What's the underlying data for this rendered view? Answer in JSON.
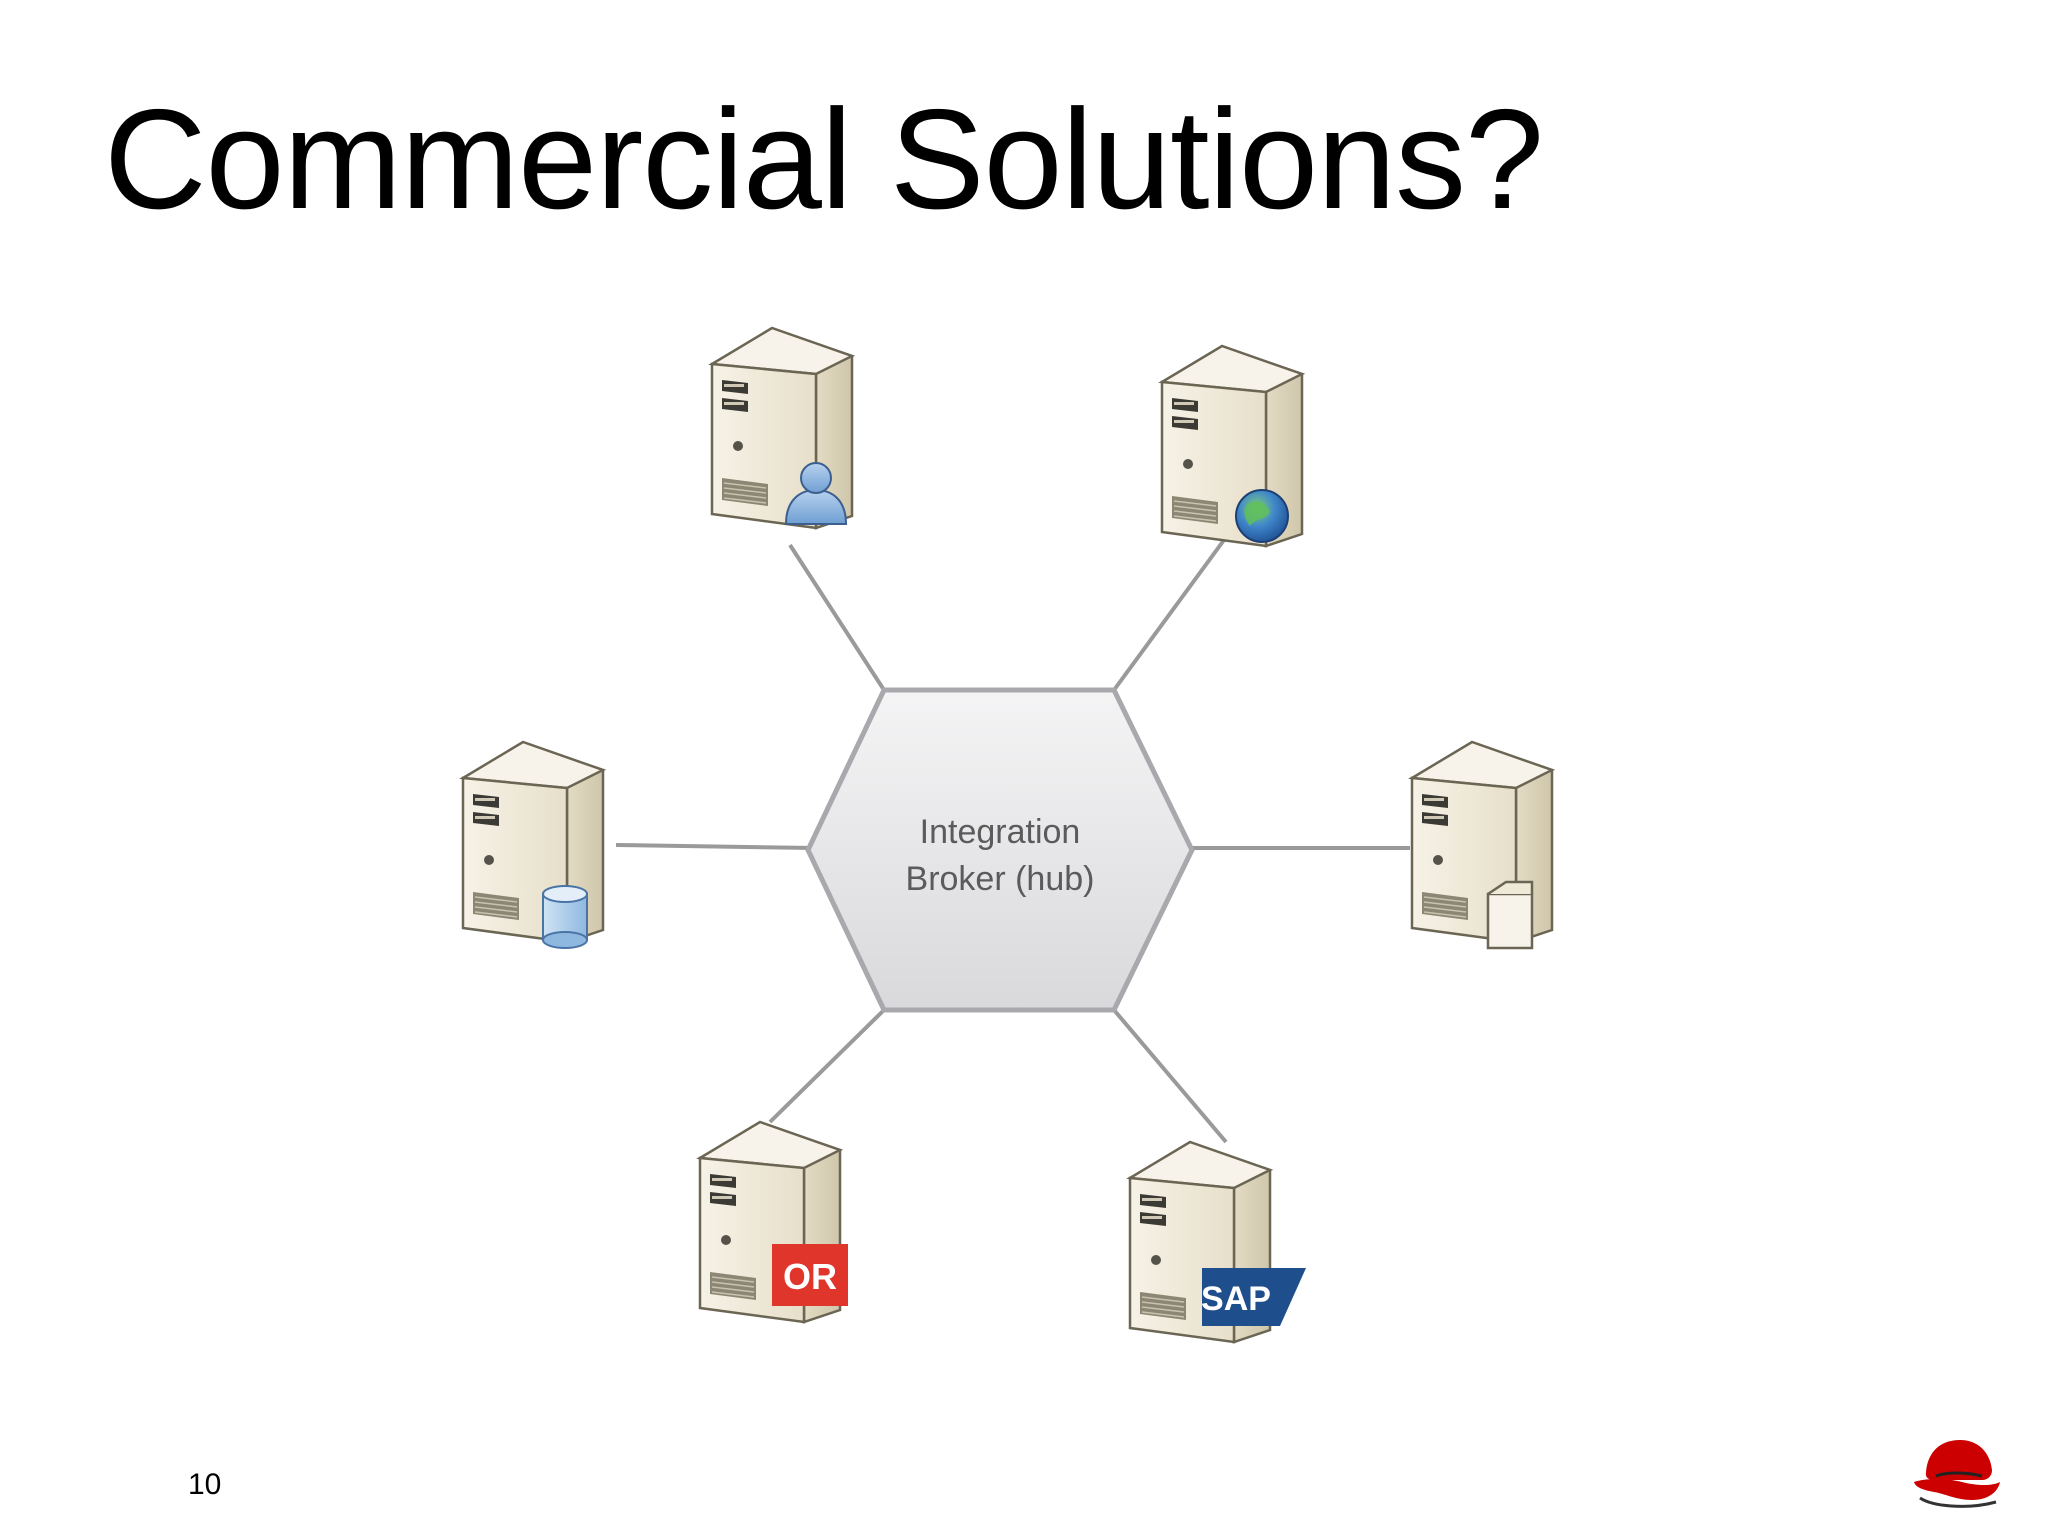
{
  "slide": {
    "title": "Commercial Solutions?",
    "page_number": "10"
  },
  "diagram": {
    "hub": {
      "label_line1": "Integration",
      "label_line2": "Broker (hub)"
    },
    "nodes": [
      {
        "name": "user-server",
        "badge_icon": "user-icon"
      },
      {
        "name": "web-server",
        "badge_icon": "globe-icon"
      },
      {
        "name": "database-server",
        "badge_icon": "database-icon"
      },
      {
        "name": "document-server",
        "badge_icon": "document-icon"
      },
      {
        "name": "oracle-server",
        "badge_icon": "oracle-logo-icon",
        "badge_text": "OR"
      },
      {
        "name": "sap-server",
        "badge_icon": "sap-logo-icon",
        "badge_text": "SAP"
      }
    ],
    "colors": {
      "connector": "#9a9a9a",
      "hub_fill": "#e4e4e6",
      "server_body": "#efe9d8",
      "oracle_red": "#e0352b",
      "sap_blue": "#1f4e8c",
      "logo_red": "#cc0000"
    }
  }
}
